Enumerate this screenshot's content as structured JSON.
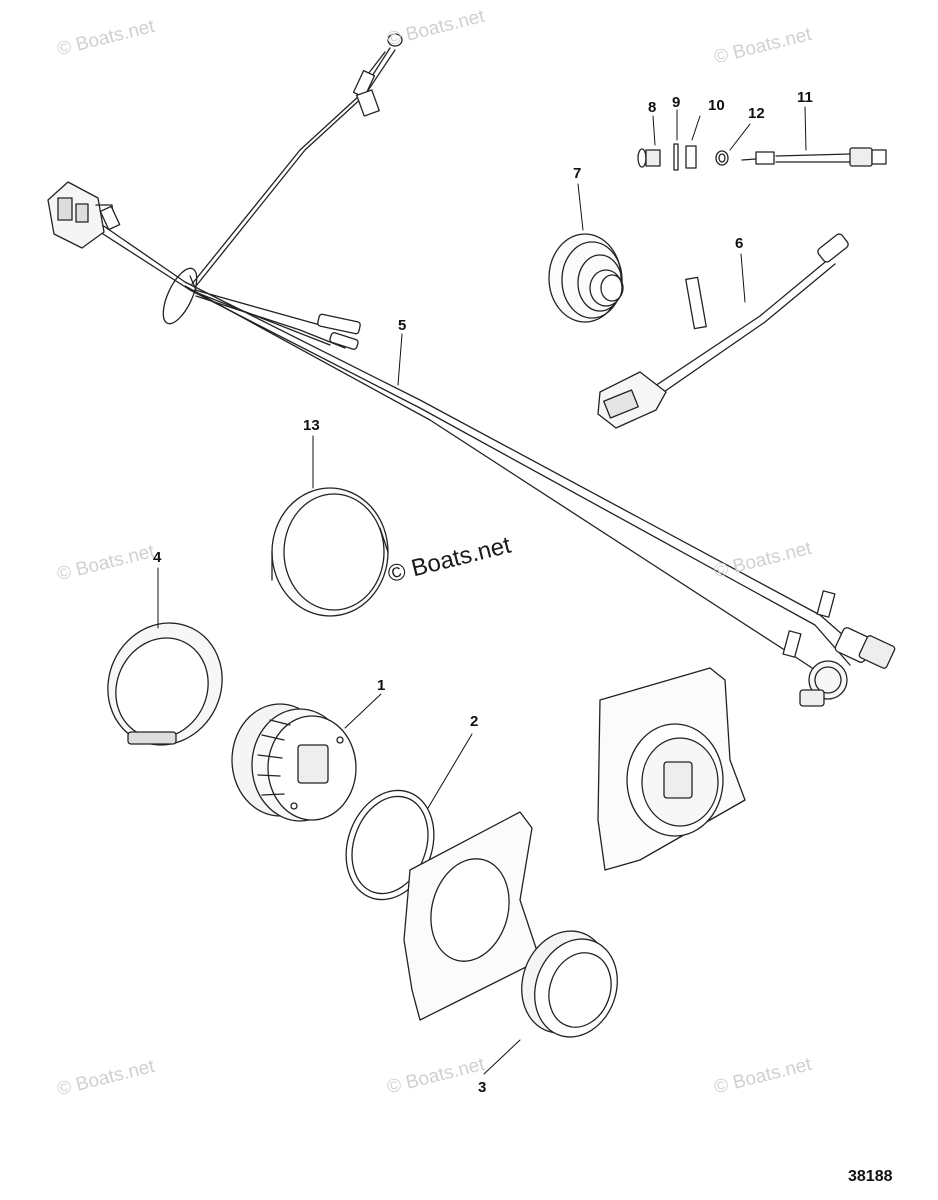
{
  "callouts": {
    "c1": "1",
    "c2": "2",
    "c3": "3",
    "c4": "4",
    "c5": "5",
    "c6": "6",
    "c7": "7",
    "c8": "8",
    "c9": "9",
    "c10": "10",
    "c11": "11",
    "c12": "12",
    "c13": "13"
  },
  "watermark": {
    "text": "© Boats.net",
    "center_text": "© Boats.net"
  },
  "figure_number": "38188"
}
